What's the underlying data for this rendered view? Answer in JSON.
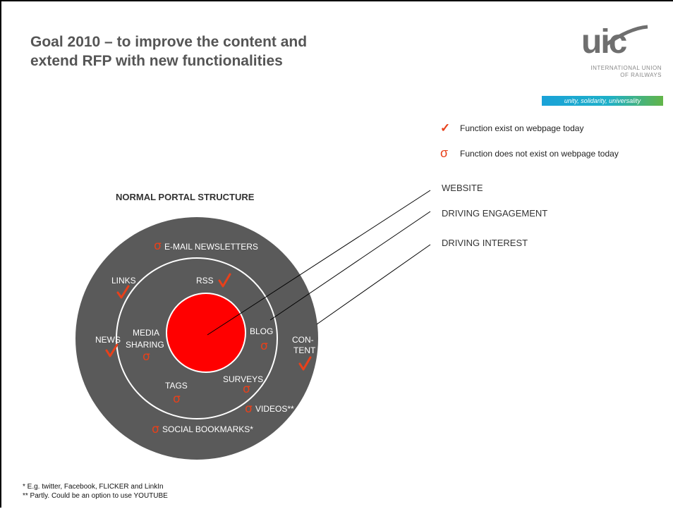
{
  "title": {
    "line1": "Goal 2010 – to improve the content and",
    "line2": "extend RFP with new functionalities"
  },
  "logo": {
    "mark": "uic",
    "org_line1": "INTERNATIONAL UNION",
    "org_line2": "OF RAILWAYS",
    "tagline": "unity, solidarity, universality",
    "colors": {
      "bar_start": "#1aa2d8",
      "bar_end": "#62b548"
    }
  },
  "legend": {
    "exists": {
      "icon": "checkmark-icon",
      "symbol": "✓",
      "label": "Function exist on webpage today"
    },
    "not_exists": {
      "icon": "sigma-icon",
      "symbol": "σ",
      "label": "Function does not exist on webpage today"
    }
  },
  "diagram": {
    "heading": "NORMAL PORTAL STRUCTURE",
    "rings": {
      "website": "WEBSITE",
      "engagement": "DRIVING ENGAGEMENT",
      "interest": "DRIVING INTEREST"
    },
    "items": {
      "newsletters": {
        "label": "E-MAIL NEWSLETTERS",
        "status": "sigma"
      },
      "links": {
        "label": "LINKS",
        "status": "check"
      },
      "rss": {
        "label": "RSS",
        "status": "check"
      },
      "news": {
        "label": "NEWS",
        "status": "check"
      },
      "media_1": {
        "label": "MEDIA",
        "status": "sigma"
      },
      "media_2": {
        "label": "SHARING"
      },
      "blog": {
        "label": "BLOG",
        "status": "sigma"
      },
      "content_1": {
        "label": "CON-",
        "status": "check"
      },
      "content_2": {
        "label": "TENT"
      },
      "tags": {
        "label": "TAGS",
        "status": "sigma"
      },
      "surveys": {
        "label": "SURVEYS",
        "status": "sigma"
      },
      "videos": {
        "label": "VIDEOS**",
        "status": "sigma"
      },
      "bookmarks": {
        "label": "SOCIAL BOOKMARKS*",
        "status": "sigma"
      }
    },
    "colors": {
      "outer": "#5a5a5a",
      "core": "#ff0000",
      "ring_line": "#ffffff",
      "mark": "#e8401a"
    }
  },
  "footnotes": {
    "one": "* E.g. twitter, Facebook, FLICKER and LinkIn",
    "two": "** Partly. Could be an option to use YOUTUBE"
  }
}
